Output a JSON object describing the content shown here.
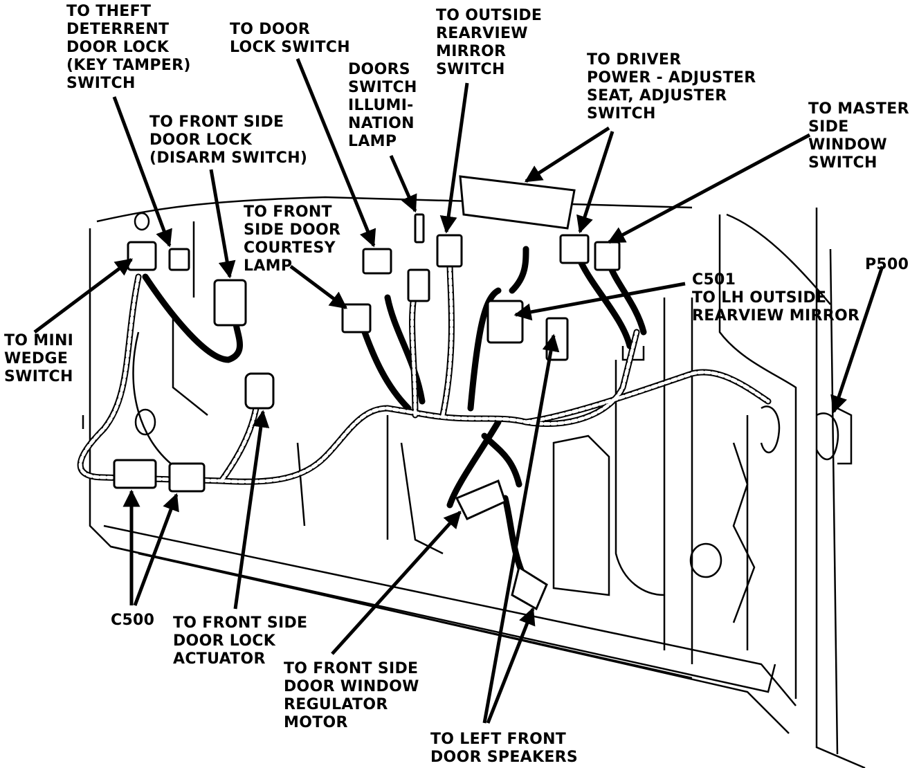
{
  "colors": {
    "ink": "#000000",
    "paper": "#ffffff"
  },
  "labels": {
    "theft_deterrent": [
      "TO THEFT",
      "DETERRENT",
      "DOOR LOCK",
      "(KEY TAMPER)",
      "SWITCH"
    ],
    "door_lock_switch": [
      "TO DOOR",
      "LOCK SWITCH"
    ],
    "outside_mirror_switch": [
      "TO OUTSIDE",
      "REARVIEW",
      "MIRROR",
      "SWITCH"
    ],
    "doors_switch_lamp": [
      "DOORS",
      "SWITCH",
      "ILLUMI-",
      "NATION",
      "LAMP"
    ],
    "driver_seat": [
      "TO DRIVER",
      "POWER - ADJUSTER",
      "SEAT, ADJUSTER",
      "SWITCH"
    ],
    "master_window": [
      "TO MASTER",
      "SIDE",
      "WINDOW",
      "SWITCH"
    ],
    "disarm_switch": [
      "TO FRONT SIDE",
      "DOOR LOCK",
      "(DISARM SWITCH)"
    ],
    "courtesy_lamp": [
      "TO FRONT",
      "SIDE DOOR",
      "COURTESY",
      "LAMP"
    ],
    "c501": [
      "C501",
      "TO LH OUTSIDE",
      "REARVIEW MIRROR"
    ],
    "p500": [
      "P500"
    ],
    "mini_wedge": [
      "TO MINI",
      "WEDGE",
      "SWITCH"
    ],
    "c500": [
      "C500"
    ],
    "lock_actuator": [
      "TO FRONT SIDE",
      "DOOR LOCK",
      "ACTUATOR"
    ],
    "window_regulator": [
      "TO FRONT SIDE",
      "DOOR WINDOW",
      "REGULATOR",
      "MOTOR"
    ],
    "speakers": [
      "TO LEFT FRONT",
      "DOOR SPEAKERS"
    ]
  }
}
